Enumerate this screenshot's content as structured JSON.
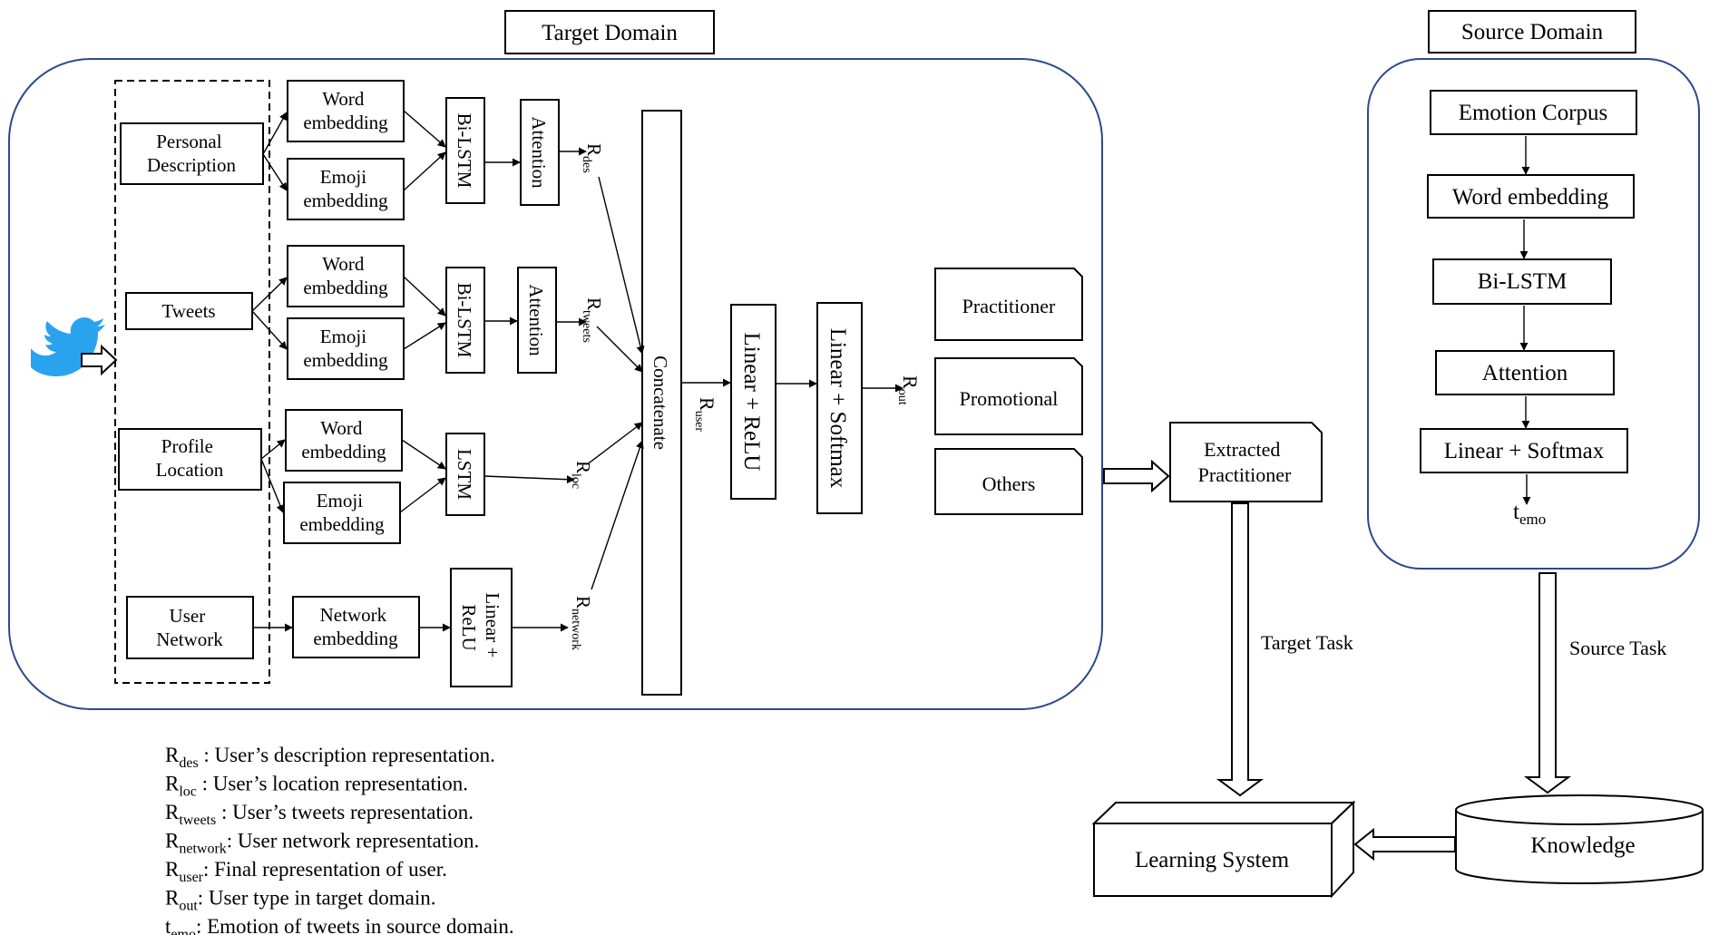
{
  "target_domain": {
    "title": "Target Domain",
    "inputs": {
      "personal_description": [
        "Personal",
        "Description"
      ],
      "tweets": "Tweets",
      "profile_location": [
        "Profile",
        "Location"
      ],
      "user_network": [
        "User",
        "Network"
      ]
    },
    "embeddings": {
      "word_1": [
        "Word",
        "embedding"
      ],
      "emoji_1": [
        "Emoji",
        "embedding"
      ],
      "word_2": [
        "Word",
        "embedding"
      ],
      "emoji_2": [
        "Emoji",
        "embedding"
      ],
      "word_3": [
        "Word",
        "embedding"
      ],
      "emoji_3": [
        "Emoji",
        "embedding"
      ],
      "network": [
        "Network",
        "embedding"
      ]
    },
    "encoders": {
      "bilstm_1": "Bi-LSTM",
      "bilstm_2": "Bi-LSTM",
      "lstm": "LSTM",
      "linear_relu_small": [
        "Linear +",
        "ReLU"
      ]
    },
    "attention_1": "Attention",
    "attention_2": "Attention",
    "reps": {
      "des": {
        "base": "R",
        "sub": "des"
      },
      "tweets": {
        "base": "R",
        "sub": "tweets"
      },
      "loc": {
        "base": "R",
        "sub": "loc"
      },
      "network": {
        "base": "R",
        "sub": "network"
      },
      "user": {
        "base": "R",
        "sub": "user"
      },
      "out": {
        "base": "R",
        "sub": "out"
      }
    },
    "concatenate": "Concatenate",
    "linear_relu": "Linear + ReLU",
    "linear_softmax": "Linear + Softmax",
    "outputs": [
      "Practitioner",
      "Promotional",
      "Others"
    ]
  },
  "extracted": [
    "Extracted",
    "Practitioner"
  ],
  "target_task": "Target Task",
  "source_task": "Source Task",
  "learning_system": "Learning System",
  "knowledge": "Knowledge",
  "source_domain": {
    "title": "Source Domain",
    "emotion_corpus": "Emotion Corpus",
    "word_embedding": "Word embedding",
    "bilstm": "Bi-LSTM",
    "attention": "Attention",
    "linear_softmax": "Linear + Softmax",
    "temo": {
      "base": "t",
      "sub": "emo"
    }
  },
  "legend": [
    {
      "base": "R",
      "sub": "des",
      "text": " : User’s description representation."
    },
    {
      "base": "R",
      "sub": "loc",
      "text": " : User’s location representation."
    },
    {
      "base": "R",
      "sub": "tweets",
      "text": " : User’s tweets representation."
    },
    {
      "base": "R",
      "sub": "network",
      "text": ": User network representation."
    },
    {
      "base": "R",
      "sub": "user",
      "text": ": Final representation of user."
    },
    {
      "base": "R",
      "sub": "out",
      "text": ": User type in target domain."
    },
    {
      "base": "t",
      "sub": "emo",
      "text": ": Emotion of tweets in source domain."
    }
  ],
  "icons": {
    "input_icon": "twitter-bird-icon"
  }
}
